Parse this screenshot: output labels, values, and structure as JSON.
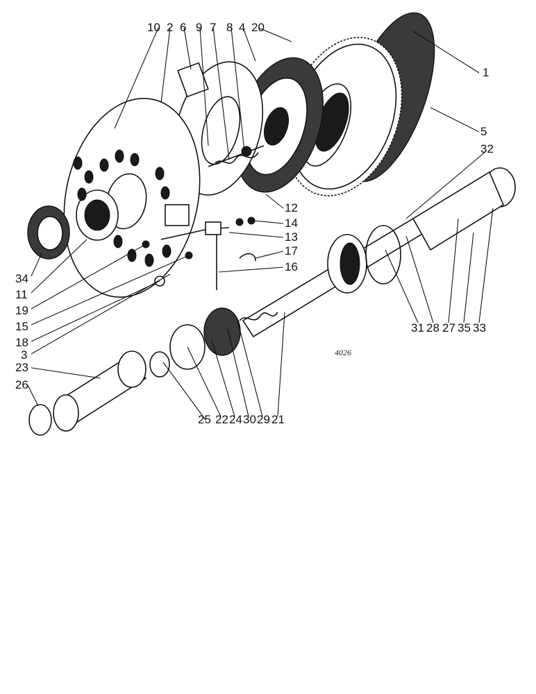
{
  "diagram": {
    "reference_code": "4026",
    "callouts": [
      "10",
      "2",
      "6",
      "9",
      "7",
      "8",
      "4",
      "20",
      "1",
      "5",
      "32",
      "12",
      "14",
      "13",
      "17",
      "16",
      "34",
      "11",
      "19",
      "15",
      "18",
      "3",
      "23",
      "26",
      "25",
      "22",
      "24",
      "30",
      "29",
      "21",
      "31",
      "28",
      "27",
      "35",
      "33"
    ]
  }
}
